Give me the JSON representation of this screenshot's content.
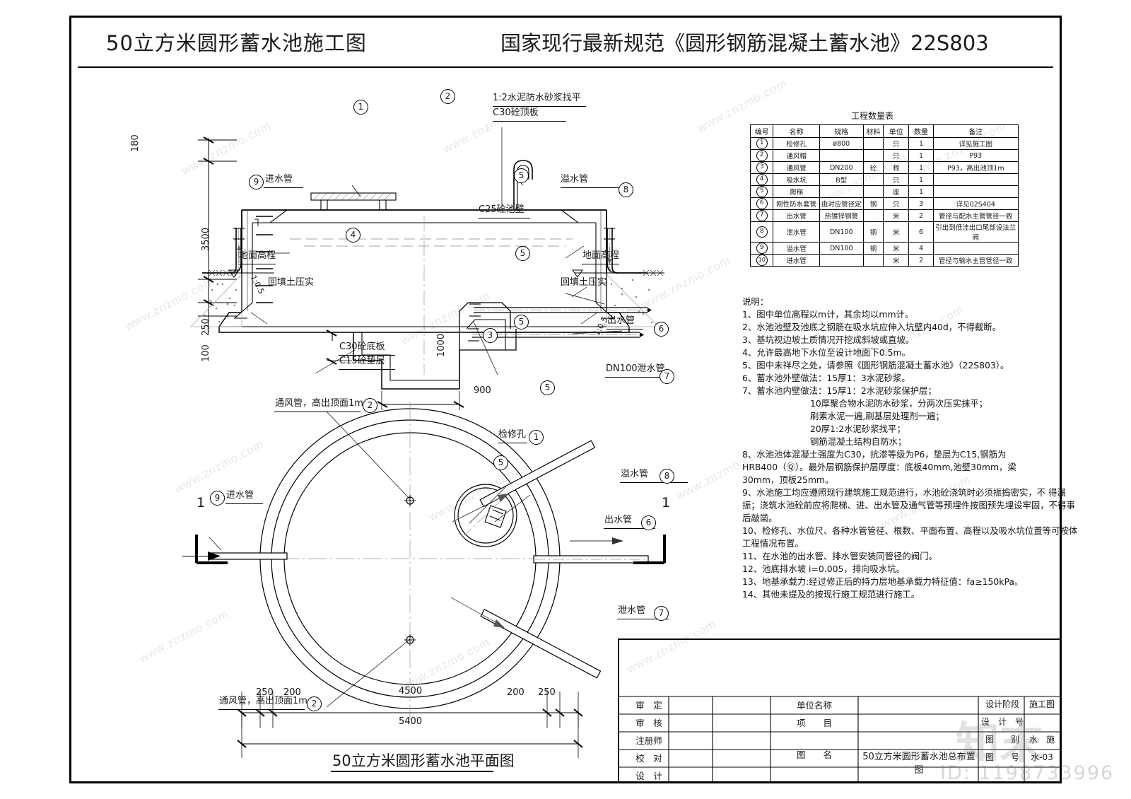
{
  "sheet": {
    "title_left": "50立方米圆形蓄水池施工图",
    "title_right": "国家现行最新规范《圆形钢筋混凝土蓄水池》22S803"
  },
  "section_view": {
    "labels": {
      "inlet_pipe": "进水管",
      "overflow_pipe": "溢水管",
      "outlet_pipe": "出水管",
      "drain_pipe": "DN100泄水管",
      "wall_note": "C25砼池壁",
      "top_note_1": "1:2水泥防水砂浆找平",
      "top_note_2": "C30砼顶板",
      "bottom_note_1": "C30砼底板",
      "bottom_note_2": "C15砼垫层",
      "ground_level_left": "地面高程",
      "ground_level_right": "地面高程",
      "backfill_left": "回填土压实",
      "backfill_right": "回填土压实",
      "slope_left": "1:0.5",
      "slope_right": "1:0.5"
    },
    "dimensions": {
      "d180": "180",
      "d3500": "3500",
      "d250": "250",
      "d100": "100",
      "d1000": "1000",
      "d900": "900"
    },
    "bubbles": [
      "1",
      "2",
      "3",
      "4",
      "5",
      "5",
      "5",
      "5",
      "6",
      "7",
      "8",
      "9"
    ]
  },
  "plan_view": {
    "title": "50立方米圆形蓄水池平面图",
    "labels": {
      "vent_top": "通风管，高出顶面1m",
      "vent_bottom": "通风管，高出顶面1m",
      "manhole": "检修孔",
      "inlet_pipe": "进水管",
      "overflow_pipe": "溢水管",
      "outlet_pipe": "出水管",
      "drain_pipe": "泄水管",
      "section_mark": "1"
    },
    "dimensions": {
      "left_250": "250",
      "left_200": "200",
      "center_4500": "4500",
      "right_200": "200",
      "right_250": "250",
      "total_5400": "5400"
    },
    "bubbles": [
      "1",
      "2",
      "2",
      "5",
      "6",
      "7",
      "8",
      "9"
    ]
  },
  "quantity_table": {
    "title": "工程数量表",
    "headers": [
      "编号",
      "名称",
      "规格",
      "材料",
      "单位",
      "数量",
      "备注"
    ],
    "rows": [
      {
        "no": "1",
        "name": "检修孔",
        "spec": "ø800",
        "material": "",
        "unit": "只",
        "qty": "1",
        "remark": "详见施工图"
      },
      {
        "no": "2",
        "name": "通风帽",
        "spec": "",
        "material": "",
        "unit": "只",
        "qty": "1",
        "remark": "P93"
      },
      {
        "no": "3",
        "name": "通风管",
        "spec": "DN200",
        "material": "砼",
        "unit": "根",
        "qty": "1",
        "remark": "P93，高出池顶1m"
      },
      {
        "no": "4",
        "name": "吸水坑",
        "spec": "B型",
        "material": "",
        "unit": "只",
        "qty": "1",
        "remark": ""
      },
      {
        "no": "5",
        "name": "爬梯",
        "spec": "",
        "material": "",
        "unit": "座",
        "qty": "1",
        "remark": ""
      },
      {
        "no": "6",
        "name": "刚性防水套管",
        "spec": "由对应管径定",
        "material": "钢",
        "unit": "只",
        "qty": "3",
        "remark": "详见02S404"
      },
      {
        "no": "7",
        "name": "出水管",
        "spec": "热镀锌钢管",
        "material": "",
        "unit": "米",
        "qty": "2",
        "remark": "管径与配水主管管径一致"
      },
      {
        "no": "8",
        "name": "泄水管",
        "spec": "DN100",
        "material": "钢",
        "unit": "米",
        "qty": "6",
        "remark": "引出到低洼出口尾部设法兰阀"
      },
      {
        "no": "9",
        "name": "溢水管",
        "spec": "DN100",
        "material": "钢",
        "unit": "米",
        "qty": "4",
        "remark": ""
      },
      {
        "no": "10",
        "name": "进水管",
        "spec": "",
        "material": "",
        "unit": "米",
        "qty": "2",
        "remark": "管径与输水主管管径一致"
      }
    ]
  },
  "notes": {
    "heading": "说明：",
    "items": [
      "1、图中单位高程以m计，其余均以mm计。",
      "2、水池池壁及池底之钢筋在吸水坑应伸入坑壁内40d，不得截断。",
      "3、基坑视边坡土质情况开挖成斜坡或直坡。",
      "4、允许最高地下水位至设计地面下0.5m。",
      "5、图中未祥尽之处，请参照《圆形钢筋混凝土蓄水池》（22S803）。",
      "6、蓄水池外壁做法：15厚1：3水泥砂浆。",
      "7、蓄水池内壁做法：15厚1：2水泥砂浆保护层；"
    ],
    "indented": [
      "10厚聚合物水泥防水砂浆，分两次压实抹平；",
      "刷素水泥一遍,刷基层处理剂一遍；",
      "20厚1:2水泥砂浆找平；",
      "钢筋混凝土结构自防水；"
    ],
    "items2": [
      "8、水池池体混凝土强度为C30，抗渗等级为P6，垫层为C15,钢筋为",
      "HRB400（Ⓠ）。最外层钢筋保护层厚度：底板40mm,池壁30mm，梁",
      "30mm，顶板25mm。",
      "9、水池施工均应遵照现行建筑施工规范进行，水池砼浇筑时必须振捣密实，不  得漏",
      "振；浇筑水池砼前应将爬梯、进、出水管及通气管等预埋件按图预先埋设牢固，不得事",
      "后敲凿。",
      "10、检修孔、水位尺、各种水管管径、根数、平面布置、高程以及吸水坑位置等可按体",
      "工程情况布置。",
      "11、在水池的出水管、排水管安装同管径的阀门。",
      "12、池底排水坡 i=0.005，排向吸水坑。",
      "13、地基承载力:经过修正后的持力层地基承载力特征值：fa≥150kPa。",
      "14、其他未提及的按现行施工规范进行施工。"
    ]
  },
  "title_block": {
    "left_rows": [
      "审　定",
      "审　核",
      "注册师",
      "校　对",
      "设　计"
    ],
    "mid_rows": [
      "单位名称",
      "项　　目",
      "图　　名"
    ],
    "drawing_name": "50立方米圆形蓄水池总布置图",
    "right_rows": [
      {
        "label": "设计阶段",
        "value": "施工图"
      },
      {
        "label": "设　计　号",
        "value": ""
      },
      {
        "label": "图　　别",
        "value": "水　施"
      },
      {
        "label": "图　　号",
        "value": "水-03"
      }
    ]
  },
  "watermarks": {
    "small": "www.znzmo.com",
    "brand": "知末",
    "id": "ID: 1198733996"
  }
}
